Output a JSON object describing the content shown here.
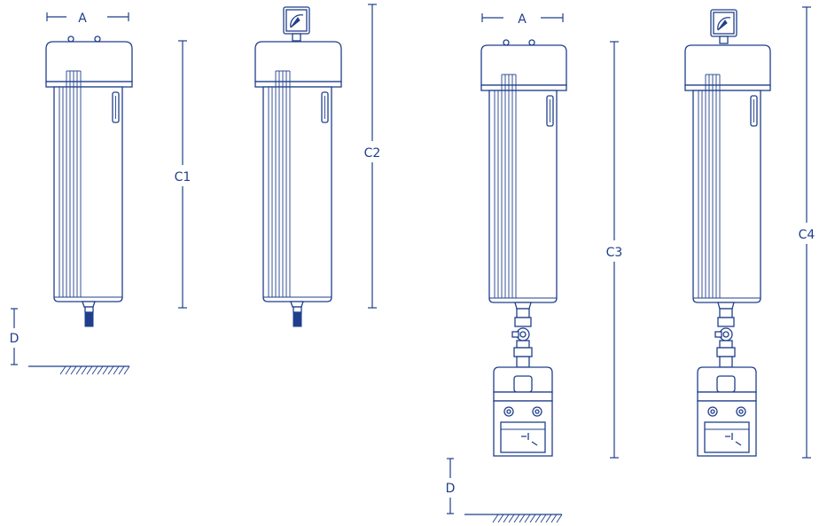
{
  "colors": {
    "line": "#1f3f8c",
    "background": "#ffffff"
  },
  "dimensions": {
    "width_label": "A",
    "height_labels": [
      "C1",
      "C2",
      "C3",
      "C4"
    ],
    "drain_label": "D"
  },
  "units": [
    {
      "height_label": "C1",
      "indicator": false,
      "drain_module": false,
      "width_dim": true
    },
    {
      "height_label": "C2",
      "indicator": true,
      "drain_module": false,
      "width_dim": false
    },
    {
      "height_label": "C3",
      "indicator": false,
      "drain_module": true,
      "width_dim": true
    },
    {
      "height_label": "C4",
      "indicator": true,
      "drain_module": true,
      "width_dim": false
    }
  ]
}
